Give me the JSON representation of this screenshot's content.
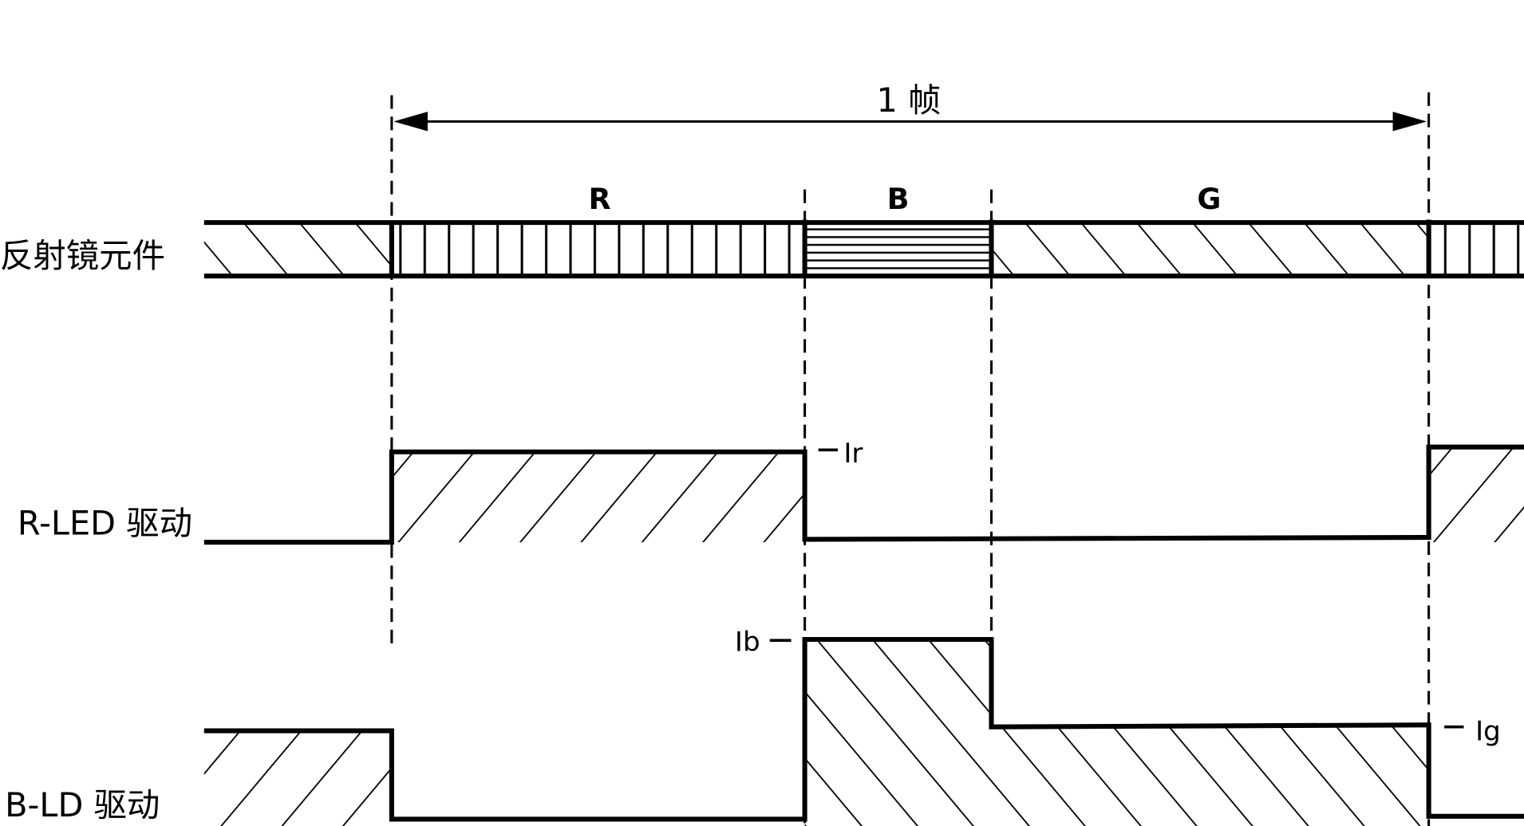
{
  "frame_label": "1 帧",
  "segments": {
    "r": "R",
    "b": "B",
    "g": "G"
  },
  "rows": {
    "mirror": "反射镜元件",
    "r_led": "R-LED 驱动",
    "b_ld": "B-LD 驱动"
  },
  "levels": {
    "ir": "Ir",
    "ib": "Ib",
    "ig": "Ig"
  }
}
